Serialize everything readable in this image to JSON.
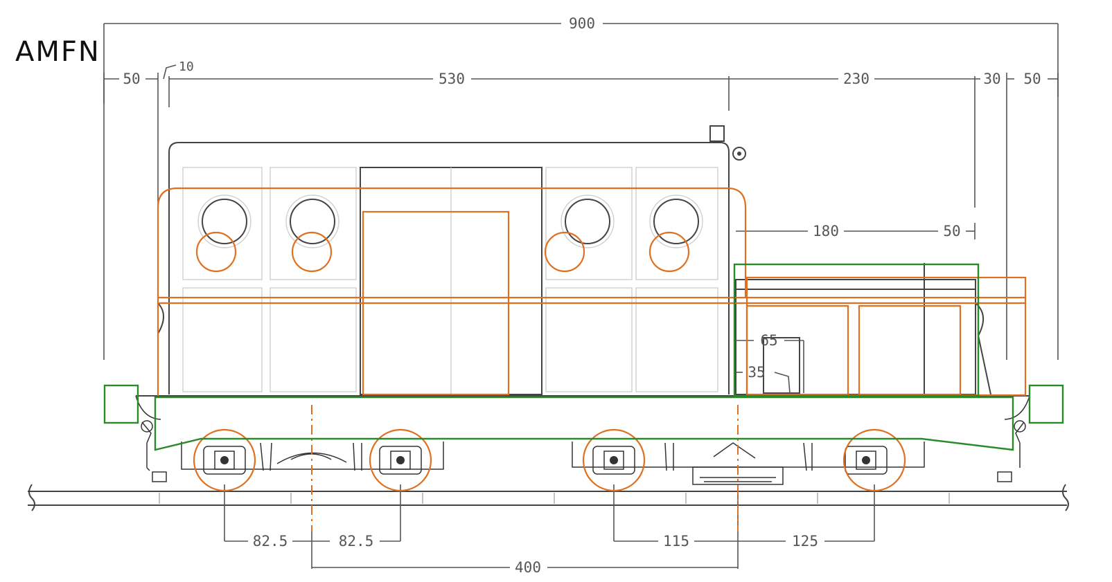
{
  "title": "AMFN",
  "dimensions": {
    "overall": "900",
    "left_end": "50",
    "left_small": "10",
    "cab_length": "530",
    "hood_length": "230",
    "right_small": "30",
    "right_end": "50",
    "hood_section": "180",
    "hood_step": "50",
    "window_a": "65",
    "window_b": "35",
    "axle_left_a": "82.5",
    "axle_left_b": "82.5",
    "axle_right_a": "115",
    "axle_right_b": "125",
    "bogie_centers": "400"
  },
  "colors": {
    "outline": "#444444",
    "overlay_orange": "#e07020",
    "overlay_green": "#2a8a2a"
  }
}
